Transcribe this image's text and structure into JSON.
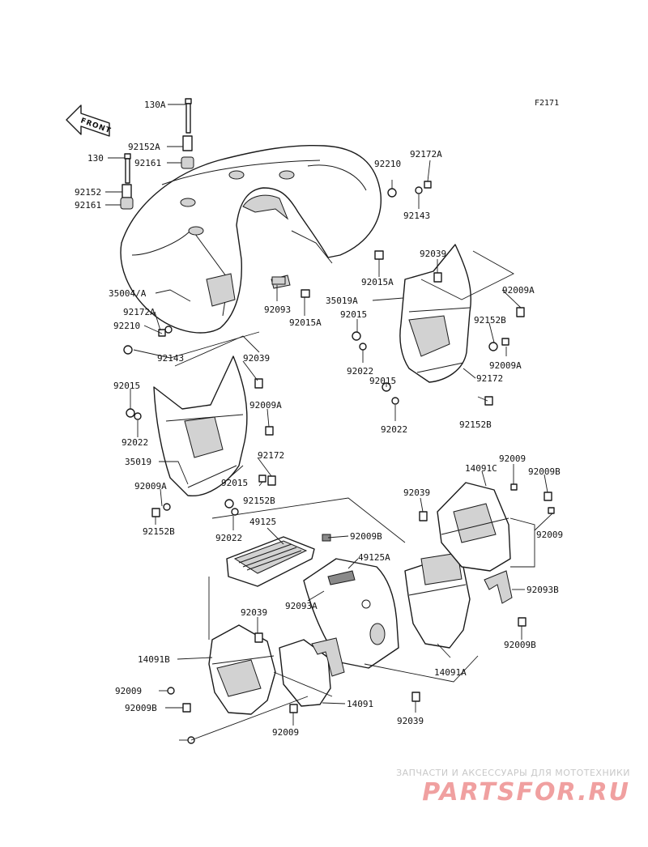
{
  "diagram": {
    "figure_code": "F2171",
    "front_label": "FRONT",
    "labels": [
      "130A",
      "92152A",
      "92161",
      "130",
      "92152",
      "92161",
      "35004/A",
      "92172A",
      "92210",
      "92143",
      "92093",
      "92015A",
      "92210",
      "92172A",
      "92143",
      "92039",
      "92015A",
      "35019A",
      "92009A",
      "92015",
      "92022",
      "92152B",
      "92009A",
      "92015",
      "92172",
      "92022",
      "92152B",
      "92039",
      "92015",
      "92009A",
      "92022",
      "35019",
      "92172",
      "92015",
      "92152B",
      "92009A",
      "92152B",
      "92022",
      "49125",
      "92039",
      "92009",
      "14091C",
      "92009B",
      "92009B",
      "92009",
      "49125A",
      "92093A",
      "92093B",
      "92039",
      "14091B",
      "92009B",
      "14091A",
      "92009",
      "92009B",
      "14091",
      "92039",
      "92009"
    ]
  },
  "watermark": {
    "tagline": "ЗАПЧАСТИ И АКСЕССУАРЫ ДЛЯ МОТОТЕХНИКИ",
    "brand": "PARTSFOR.RU"
  }
}
